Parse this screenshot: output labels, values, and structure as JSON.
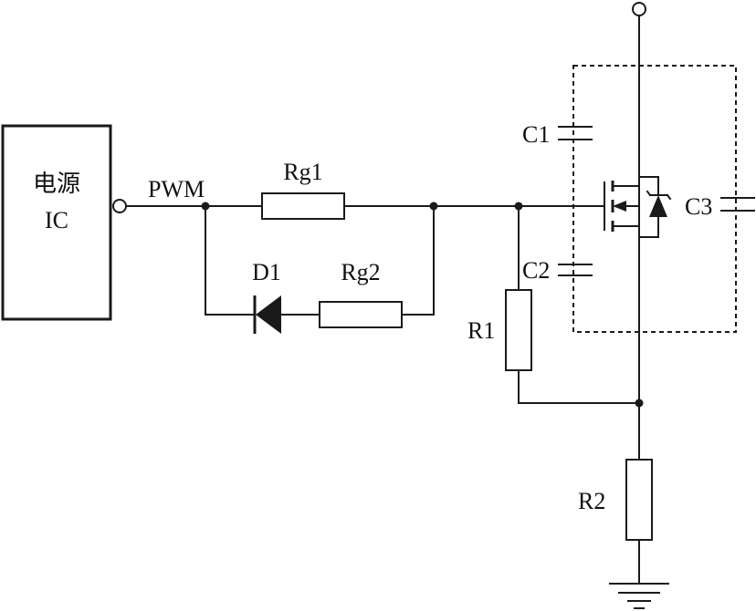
{
  "diagram": {
    "ic_line1": "电源",
    "ic_line2": "IC",
    "pwm": "PWM",
    "rg1": "Rg1",
    "rg2": "Rg2",
    "d1": "D1",
    "r1": "R1",
    "r2": "R2",
    "c1": "C1",
    "c2": "C2",
    "c3": "C3"
  },
  "colors": {
    "ink": "#1a1a1a",
    "background": "#ffffff"
  }
}
